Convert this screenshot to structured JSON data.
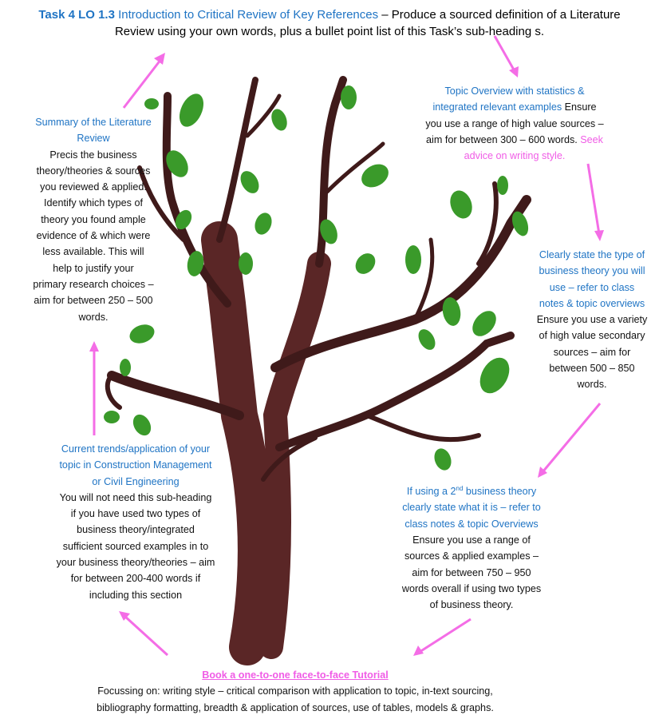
{
  "title": {
    "task_label": "Task 4 LO 1.3",
    "topic": "Introduction to Critical Review of Key References",
    "line1_rest": " – Produce a sourced definition of a Literature",
    "line2": "Review using your own words, plus a bullet point list of this Task’s sub-heading s."
  },
  "colors": {
    "heading_blue": "#1f74c4",
    "accent_pink": "#f05ce6",
    "leaf_green": "#3a9a2a",
    "trunk_brown": "#5a2626"
  },
  "blocks": {
    "summary": [
      [
        {
          "t": "Summary of the Literature",
          "c": "blue"
        }
      ],
      [
        {
          "t": "Review",
          "c": "blue"
        }
      ],
      [
        {
          "t": "Precis the business",
          "c": "black"
        }
      ],
      [
        {
          "t": "theory/theories & sources",
          "c": "black"
        }
      ],
      [
        {
          "t": "you reviewed & applied.",
          "c": "black"
        }
      ],
      [
        {
          "t": "Identify which types of",
          "c": "black"
        }
      ],
      [
        {
          "t": "theory you found ample",
          "c": "black"
        }
      ],
      [
        {
          "t": "evidence of & which were",
          "c": "black"
        }
      ],
      [
        {
          "t": "less available.  This will",
          "c": "black"
        }
      ],
      [
        {
          "t": "help to justify your",
          "c": "black"
        }
      ],
      [
        {
          "t": "primary research choices –",
          "c": "black"
        }
      ],
      [
        {
          "t": "aim for between 250 – 500",
          "c": "black"
        }
      ],
      [
        {
          "t": "words.",
          "c": "black"
        }
      ]
    ],
    "topic_overview": [
      [
        {
          "t": "Topic Overview with statistics &",
          "c": "blue"
        }
      ],
      [
        {
          "t": "integrated relevant examples",
          "c": "blue"
        },
        {
          "t": "   Ensure",
          "c": "black"
        }
      ],
      [
        {
          "t": "you use a range of high value sources –",
          "c": "black"
        }
      ],
      [
        {
          "t": "aim for between 300 – 600 words.",
          "c": "black"
        },
        {
          "t": "  Seek",
          "c": "pink"
        }
      ],
      [
        {
          "t": "advice on writing style.",
          "c": "pink"
        }
      ]
    ],
    "business_theory": [
      [
        {
          "t": "Clearly state the type of",
          "c": "blue"
        }
      ],
      [
        {
          "t": "business theory you will",
          "c": "blue"
        }
      ],
      [
        {
          "t": "use – refer to class",
          "c": "blue"
        }
      ],
      [
        {
          "t": "notes & topic overviews",
          "c": "blue"
        }
      ],
      [
        {
          "t": "Ensure you use a variety",
          "c": "black"
        }
      ],
      [
        {
          "t": "of high value secondary",
          "c": "black"
        }
      ],
      [
        {
          "t": "sources – aim for",
          "c": "black"
        }
      ],
      [
        {
          "t": "between 500 – 850",
          "c": "black"
        }
      ],
      [
        {
          "t": "words.",
          "c": "black"
        }
      ]
    ],
    "current_trends": [
      [
        {
          "t": "Current trends/application of your",
          "c": "blue"
        }
      ],
      [
        {
          "t": "topic in Construction Management",
          "c": "blue"
        }
      ],
      [
        {
          "t": "or  Civil Engineering",
          "c": "blue"
        }
      ],
      [
        {
          "t": "You will not need this sub-heading",
          "c": "black"
        }
      ],
      [
        {
          "t": "if you have used  two types of",
          "c": "black"
        }
      ],
      [
        {
          "t": "business theory/integrated",
          "c": "black"
        }
      ],
      [
        {
          "t": "sufficient sourced examples in to",
          "c": "black"
        }
      ],
      [
        {
          "t": "your business theory/theories – aim",
          "c": "black"
        }
      ],
      [
        {
          "t": "for between 200-400 words if",
          "c": "black"
        }
      ],
      [
        {
          "t": "including this section",
          "c": "black"
        }
      ]
    ],
    "second_theory": [
      [
        {
          "t": "If using a 2",
          "c": "blue"
        },
        {
          "t": "nd",
          "c": "blue",
          "sup": true
        },
        {
          "t": " business theory",
          "c": "blue"
        }
      ],
      [
        {
          "t": "clearly state what it is – refer to",
          "c": "blue"
        }
      ],
      [
        {
          "t": "class notes & topic Overviews",
          "c": "blue"
        }
      ],
      [
        {
          "t": "Ensure you use a range of",
          "c": "black"
        }
      ],
      [
        {
          "t": "sources & applied examples –",
          "c": "black"
        }
      ],
      [
        {
          "t": "aim for between 750 – 950",
          "c": "black"
        }
      ],
      [
        {
          "t": "words overall if using two types",
          "c": "black"
        }
      ],
      [
        {
          "t": "of business theory.",
          "c": "black"
        }
      ]
    ],
    "tutorial": [
      [
        {
          "t": "Book a one-to-one face-to-face Tutorial",
          "c": "link"
        }
      ],
      [
        {
          "t": "Focussing on: writing style – critical comparison with application to topic, in-text sourcing,",
          "c": "black"
        }
      ],
      [
        {
          "t": "bibliography formatting, breadth & application of sources, use of tables, models & graphs.",
          "c": "black"
        }
      ]
    ]
  }
}
